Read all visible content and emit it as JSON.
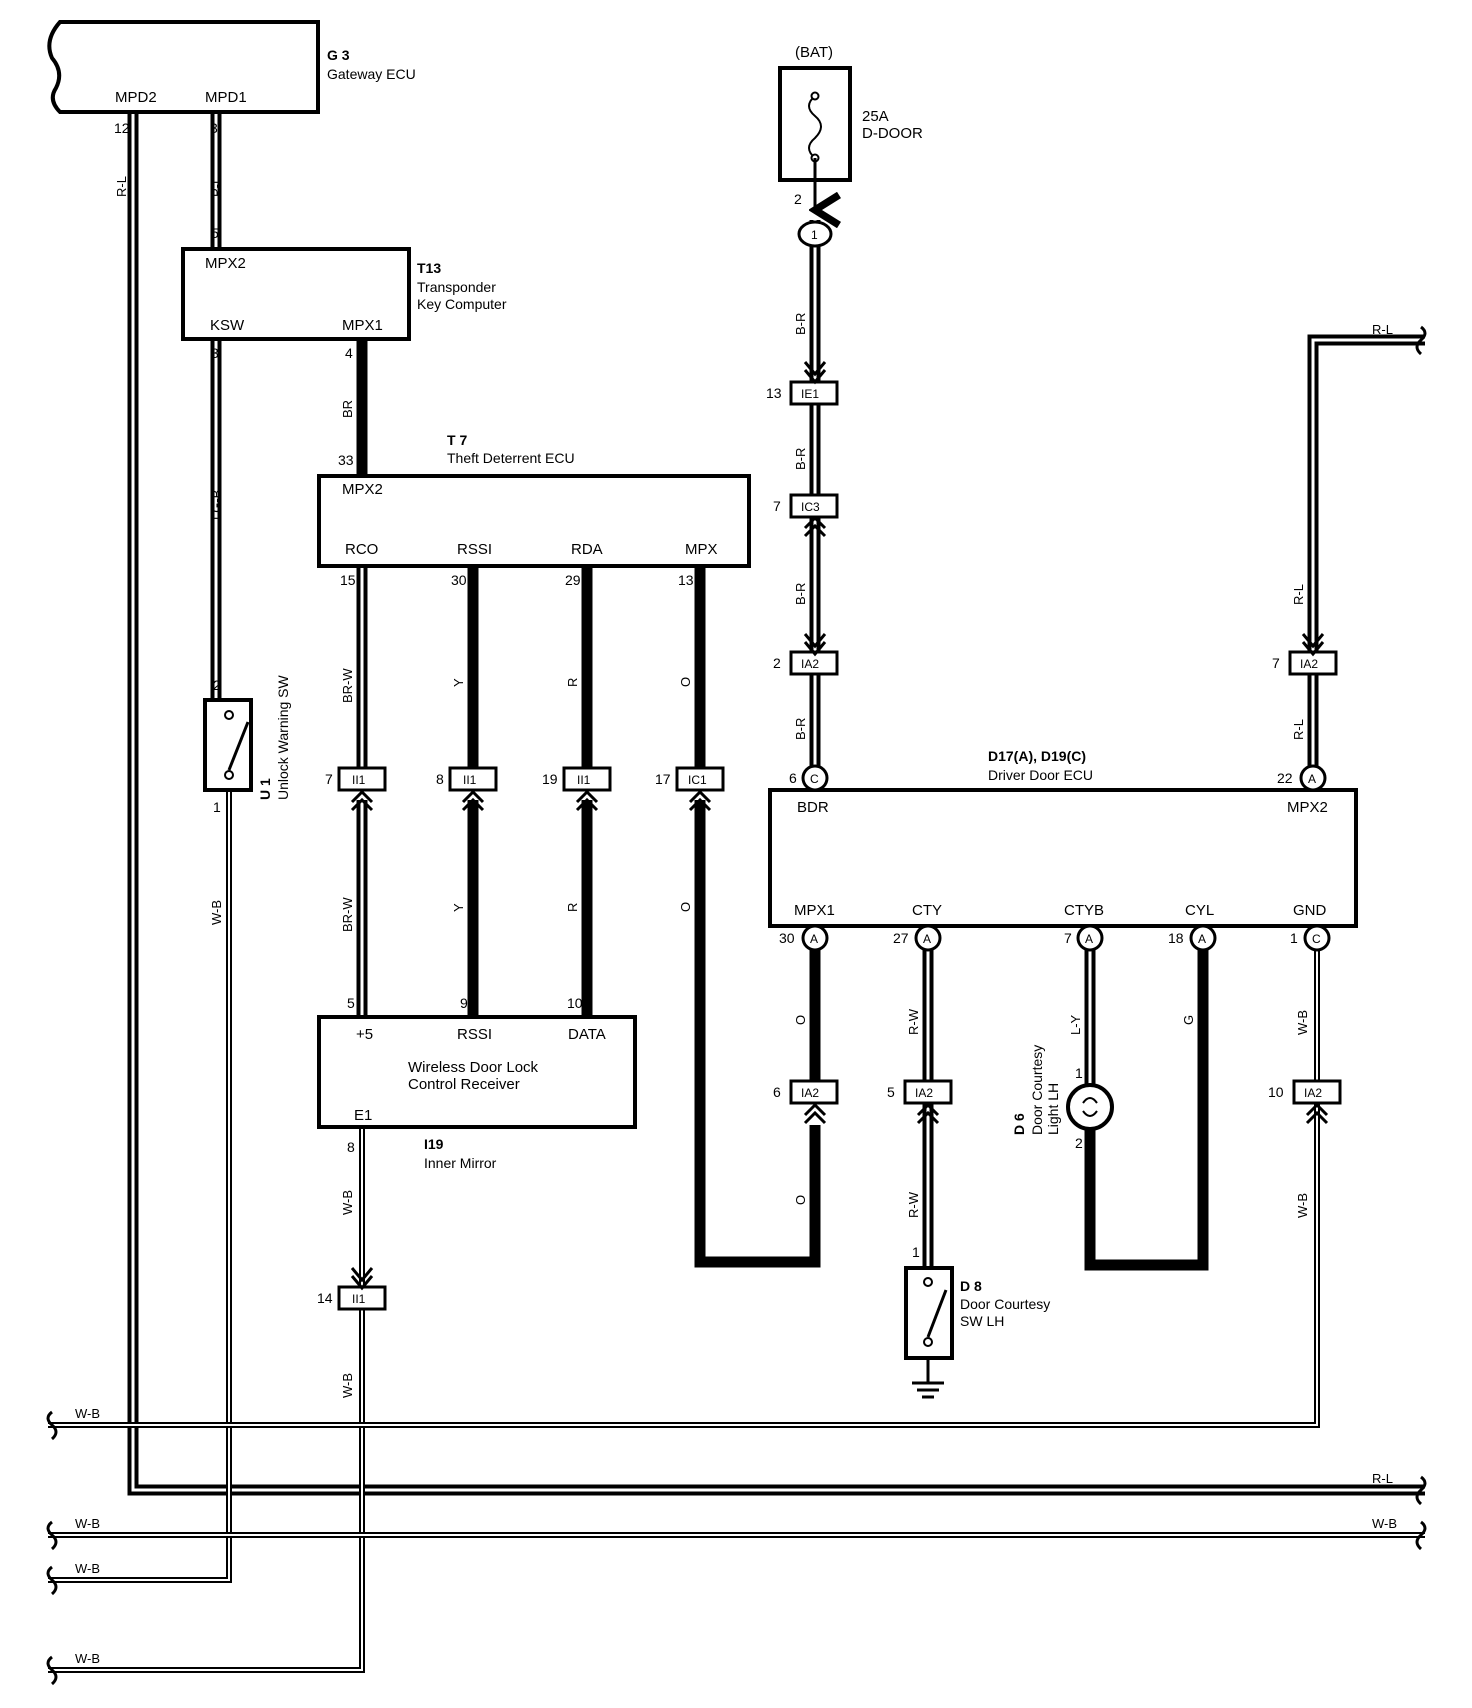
{
  "components": {
    "g3": {
      "id": "G 3",
      "name": "Gateway ECU",
      "pins": {
        "mpd2": "MPD2",
        "mpd1": "MPD1",
        "n12": "12",
        "n3": "3"
      }
    },
    "t13": {
      "id": "T13",
      "name1": "Transponder",
      "name2": "Key Computer",
      "pins": {
        "mpx2": "MPX2",
        "ksw": "KSW",
        "mpx1": "MPX1",
        "n5": "5",
        "n3": "3",
        "n4": "4"
      }
    },
    "t7": {
      "id": "T 7",
      "name": "Theft Deterrent ECU",
      "pins": {
        "mpx2": "MPX2",
        "rco": "RCO",
        "rssi": "RSSI",
        "rda": "RDA",
        "mpx": "MPX",
        "n33": "33",
        "n15": "15",
        "n30": "30",
        "n29": "29",
        "n13": "13"
      }
    },
    "u1": {
      "id": "U 1",
      "name": "Unlock Warning SW",
      "pins": {
        "n2": "2",
        "n1": "1"
      }
    },
    "bat": {
      "label": "(BAT)",
      "fuse_rating": "25A",
      "fuse_name": "D-DOOR",
      "pin": "2",
      "junction": "1"
    },
    "d17": {
      "id": "D17(A), D19(C)",
      "name": "Driver Door ECU",
      "pins": {
        "bdr": "BDR",
        "mpx2": "MPX2",
        "mpx1": "MPX1",
        "cty": "CTY",
        "ctyb": "CTYB",
        "cyl": "CYL",
        "gnd": "GND",
        "n6": "6",
        "n22": "22",
        "n30": "30",
        "n27": "27",
        "n7": "7",
        "n18": "18",
        "n1": "1"
      }
    },
    "i19": {
      "id": "I19",
      "name": "Inner Mirror",
      "rx1": "Wireless Door Lock",
      "rx2": "Control Receiver",
      "pins": {
        "p5": "+5",
        "rssi": "RSSI",
        "data": "DATA",
        "e1": "E1",
        "n5": "5",
        "n9": "9",
        "n10": "10",
        "n8": "8"
      }
    },
    "d6": {
      "id": "D 6",
      "name1": "Door Courtesy",
      "name2": "Light LH",
      "pins": {
        "n1": "1",
        "n2": "2"
      }
    },
    "d8": {
      "id": "D 8",
      "name1": "Door Courtesy",
      "name2": "SW LH",
      "pins": {
        "n1": "1"
      }
    }
  },
  "connectors": {
    "ie1": {
      "label": "IE1",
      "pin": "13"
    },
    "ic3": {
      "label": "IC3",
      "pin": "7"
    },
    "ia2_2": {
      "label": "IA2",
      "pin": "2"
    },
    "ia2_7": {
      "label": "IA2",
      "pin": "7"
    },
    "ii1_7": {
      "label": "II1",
      "pin": "7"
    },
    "ii1_8": {
      "label": "II1",
      "pin": "8"
    },
    "ii1_19": {
      "label": "II1",
      "pin": "19"
    },
    "ic1_17": {
      "label": "IC1",
      "pin": "17"
    },
    "ia2_6": {
      "label": "IA2",
      "pin": "6"
    },
    "ia2_5": {
      "label": "IA2",
      "pin": "5"
    },
    "ia2_10": {
      "label": "IA2",
      "pin": "10"
    },
    "ii1_14": {
      "label": "II1",
      "pin": "14"
    }
  },
  "markers": {
    "c": "C",
    "a": "A"
  },
  "wires": {
    "rl": "R-L",
    "pl": "P-L",
    "br": "BR",
    "lgb": "LG-B",
    "brw": "BR-W",
    "y": "Y",
    "r": "R",
    "o": "O",
    "wb": "W-B",
    "b_r": "B-R",
    "rw": "R-W",
    "ly": "L-Y",
    "g": "G"
  },
  "buses": {
    "wb": "W-B",
    "rl": "R-L"
  }
}
